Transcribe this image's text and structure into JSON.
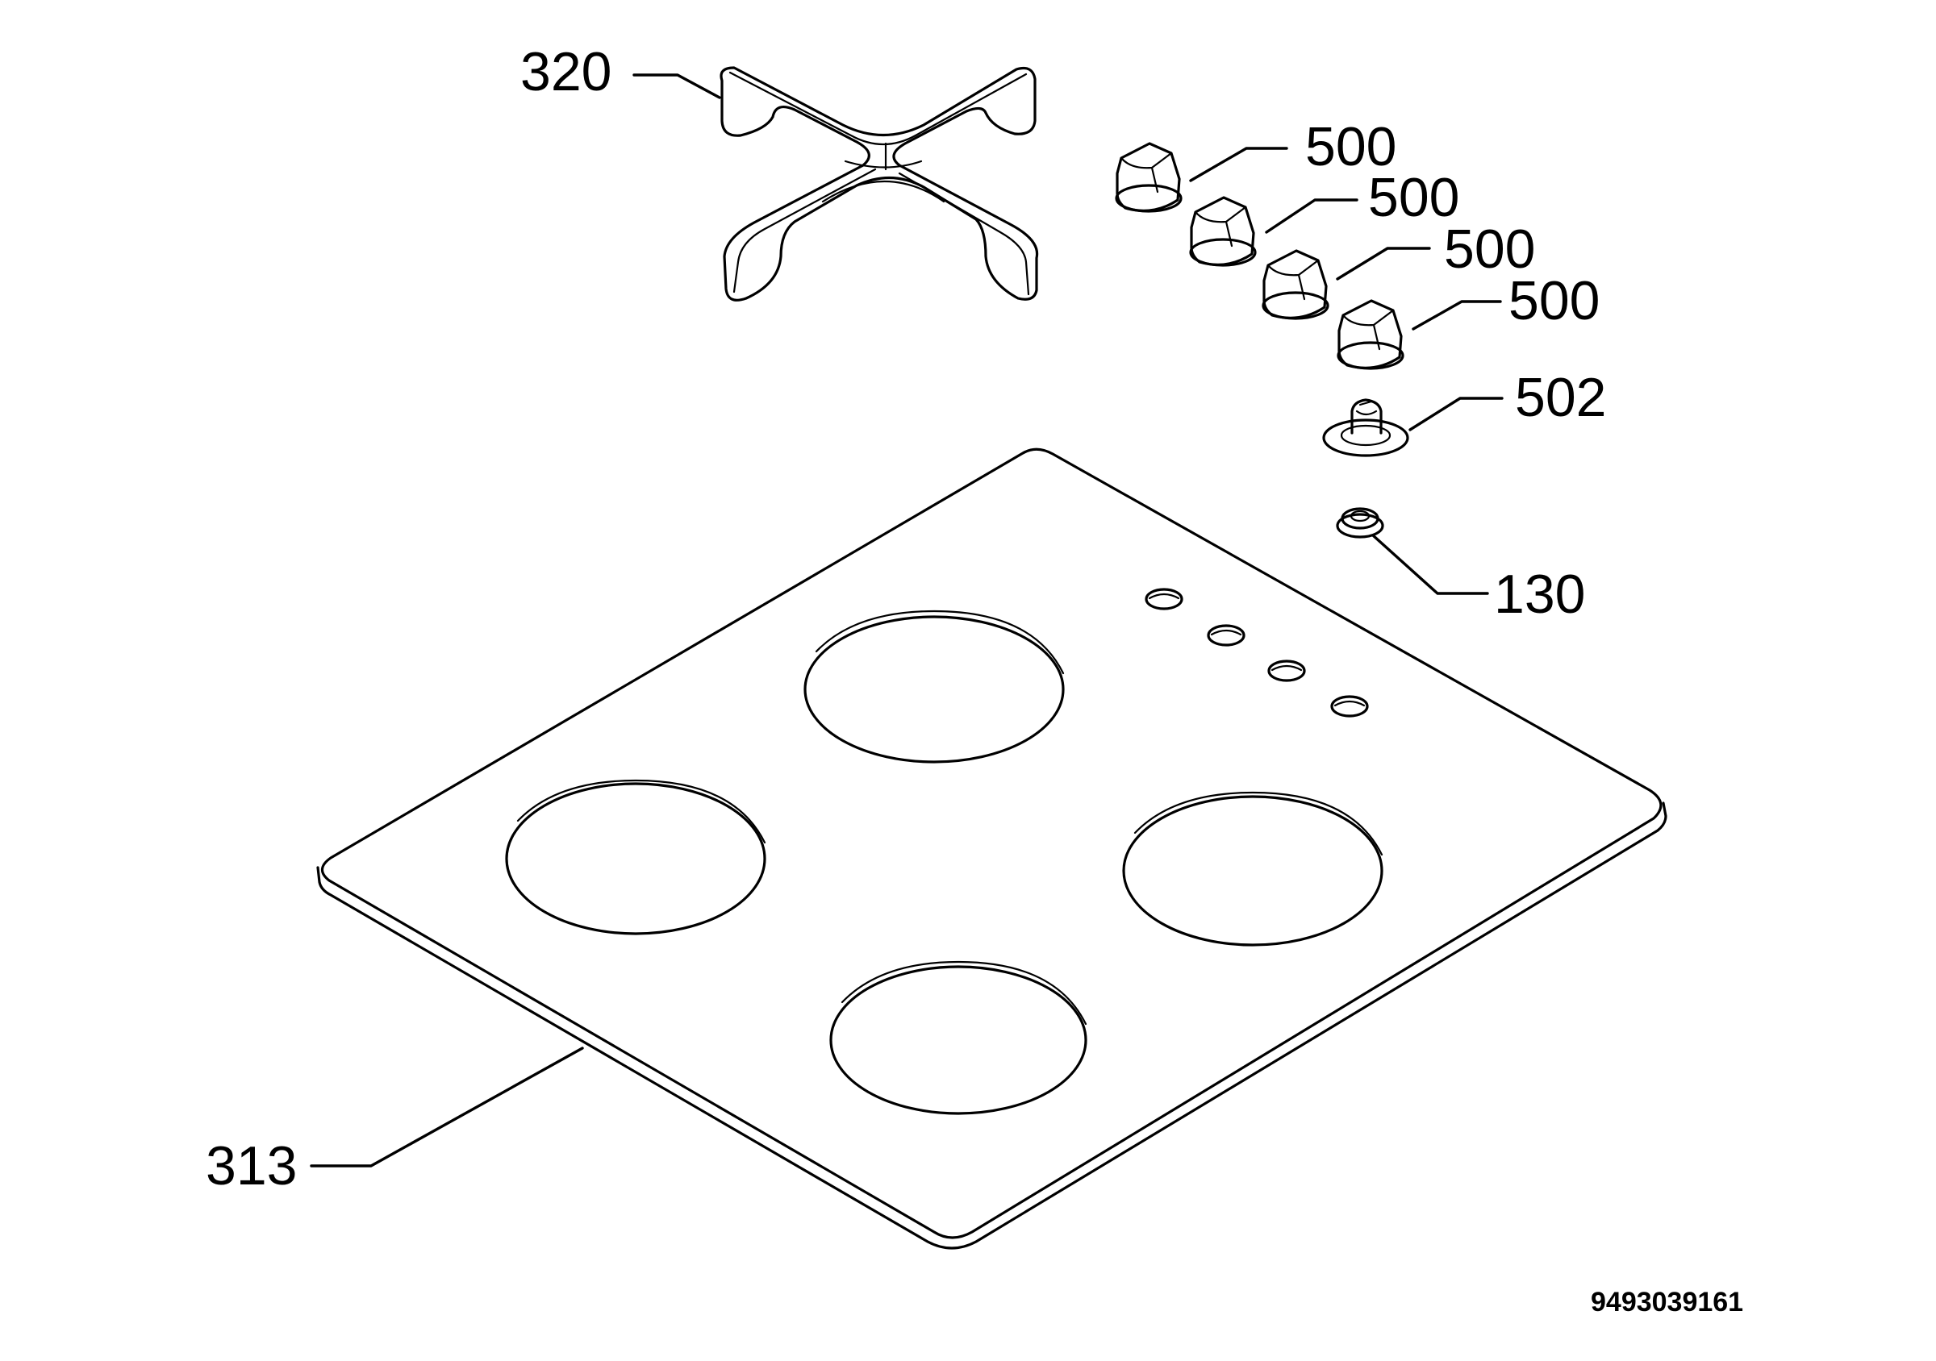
{
  "labels": {
    "pan_support": "320",
    "knob_1": "500",
    "knob_2": "500",
    "knob_3": "500",
    "knob_4": "500",
    "spindle_seal": "502",
    "spark_button": "130",
    "hob_top": "313"
  },
  "document_number": "9493039161",
  "colors": {
    "line": "#000000",
    "background": "#ffffff"
  }
}
